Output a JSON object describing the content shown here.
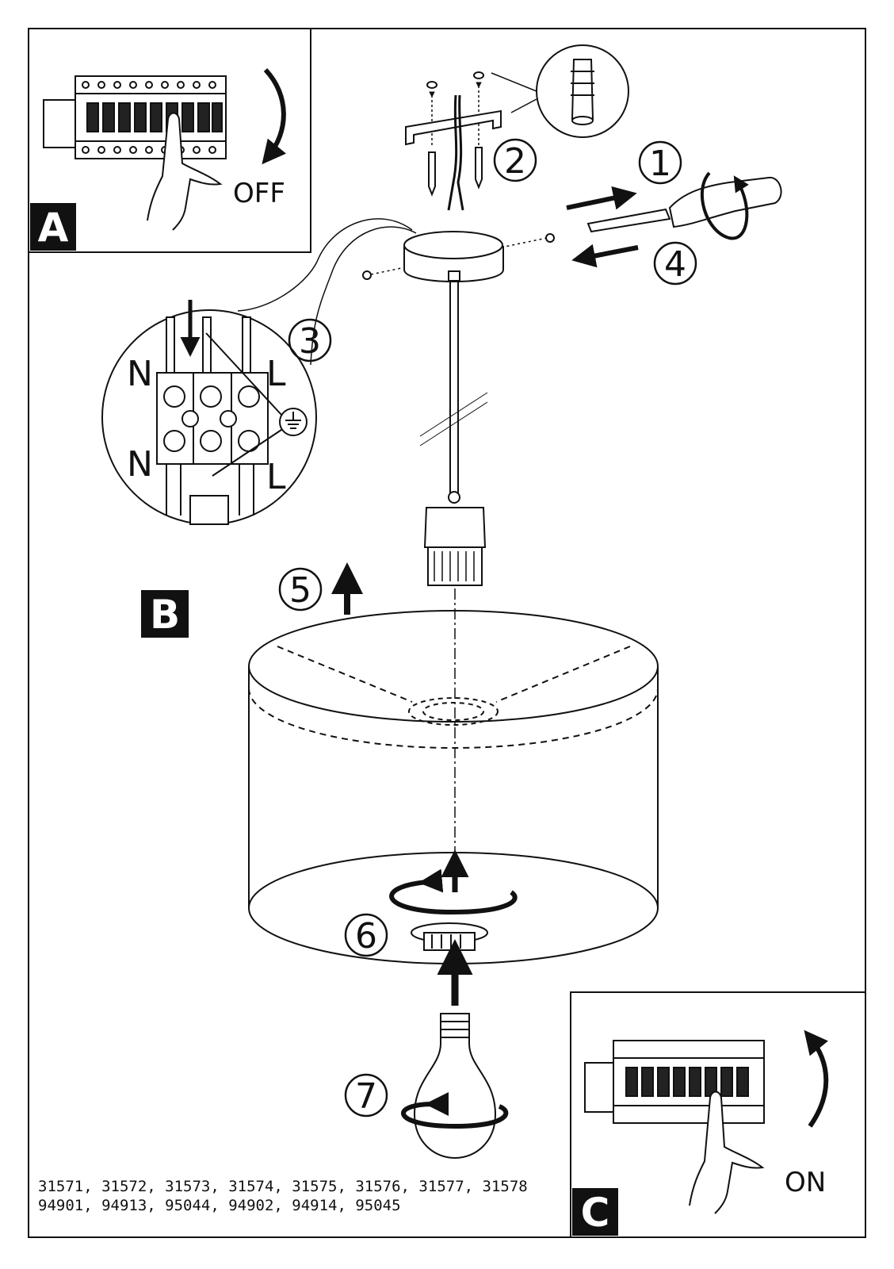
{
  "panels": {
    "a": {
      "letter": "A",
      "switch_label": "OFF"
    },
    "b": {
      "letter": "B"
    },
    "c": {
      "letter": "C",
      "switch_label": "ON"
    }
  },
  "steps": [
    "1",
    "2",
    "3",
    "4",
    "5",
    "6",
    "7"
  ],
  "terminal_labels": {
    "neutral": "N",
    "live": "L"
  },
  "model_codes": [
    "31571, 31572, 31573, 31574, 31575, 31576, 31577, 31578",
    "94901, 94913, 95044, 94902, 94914, 95045"
  ],
  "icons": [
    "breaker-panel-icon",
    "hand-icon",
    "screwdriver-icon",
    "wall-plug-icon",
    "screw-icon",
    "ground-symbol-icon",
    "terminal-block-icon",
    "light-bulb-icon",
    "lamp-shade-icon"
  ],
  "colors": {
    "ink": "#111111",
    "background": "#ffffff"
  }
}
